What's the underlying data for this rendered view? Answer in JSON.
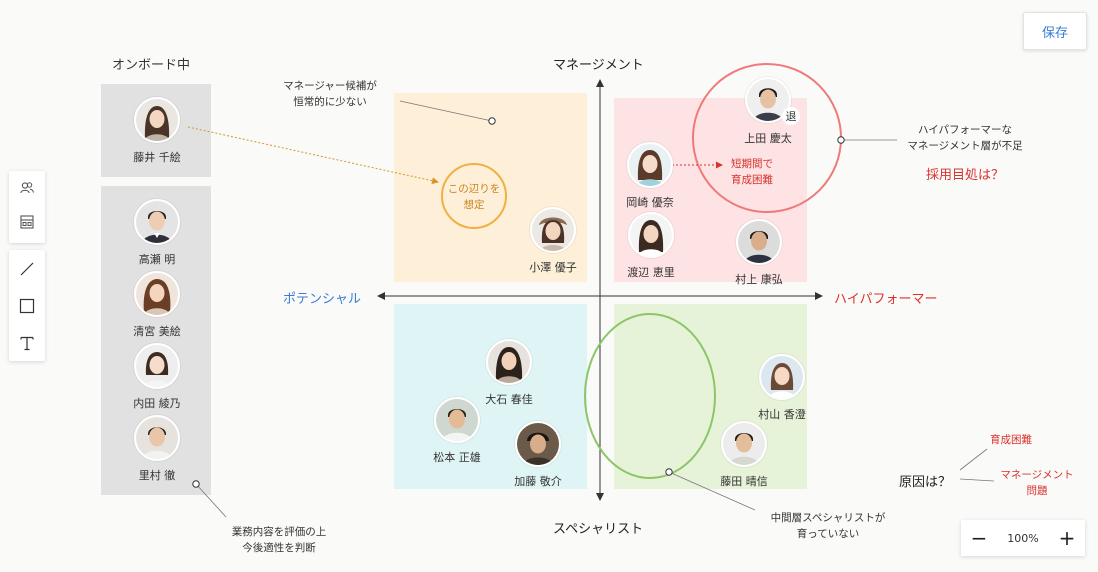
{
  "toolbar": {
    "save_label": "保存"
  },
  "zoom": {
    "level": "100%",
    "minus": "−",
    "plus": "+"
  },
  "onboarding": {
    "title": "オンボード中"
  },
  "axes": {
    "top": "マネージメント",
    "bottom": "スペシャリスト",
    "left": "ポテンシャル",
    "right": "ハイパフォーマー"
  },
  "people": {
    "fujii": "藤井 千絵",
    "takase": "高瀬 明",
    "kiyomiya": "清宮 美絵",
    "uchida": "内田 綾乃",
    "satomura": "里村 徹",
    "ueda": "上田 慶太",
    "okazaki": "岡崎 優奈",
    "watanabe": "渡辺 恵里",
    "murakami": "村上 康弘",
    "ozawa": "小澤 優子",
    "ooishi": "大石 春佳",
    "matsumoto": "松本 正雄",
    "kato": "加藤 敬介",
    "murayama": "村山 香澄",
    "fujita": "藤田 晴信"
  },
  "badges": {
    "retire": "退"
  },
  "notes": {
    "manager_candidates_1": "マネージャー候補が",
    "manager_candidates_2": "恒常的に少ない",
    "assume_1": "この辺りを",
    "assume_2": "想定",
    "short_term_1": "短期間で",
    "short_term_2": "育成困難",
    "hp_1": "ハイパフォーマーな",
    "hp_2": "マネージメント層が不足",
    "hiring": "採用目処は？",
    "eval_1": "業務内容を評価の上",
    "eval_2": "今後適性を判断",
    "mid_1": "中間層スペシャリストが",
    "mid_2": "育っていない",
    "cause": "原因は？",
    "cause_a": "育成困難",
    "cause_b_1": "マネージメント",
    "cause_b_2": "問題"
  },
  "colors": {
    "potential": "#3a7bd5",
    "highperformer": "#d9332f",
    "quad_tl": "#fdefd8",
    "quad_tr": "#fde3e3",
    "quad_bl": "#dff4f4",
    "quad_br": "#e7f3d8",
    "panel": "#e1e1e1",
    "orange_circle": "#f0b142",
    "red_circle": "#ef7a7a",
    "green_circle": "#8cc56a"
  }
}
